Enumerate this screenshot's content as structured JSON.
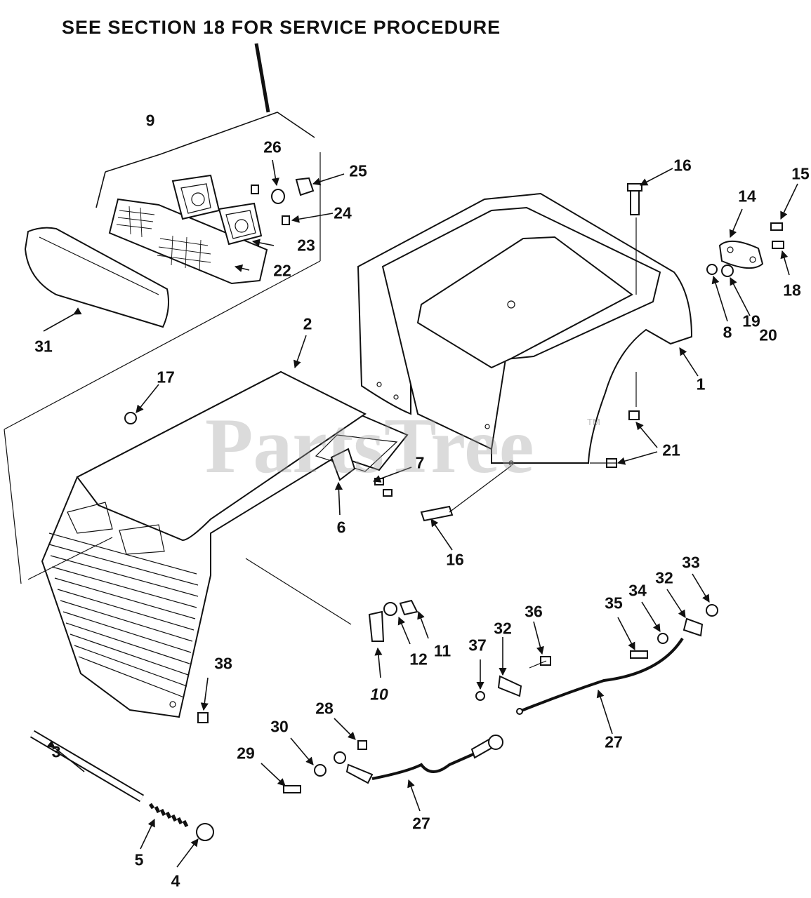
{
  "header": {
    "text": "SEE SECTION 18 FOR SERVICE PROCEDURE"
  },
  "watermark": {
    "text": "PartsTree",
    "tm": "TM"
  },
  "callouts": [
    {
      "id": "c1",
      "label": "1"
    },
    {
      "id": "c2",
      "label": "2"
    },
    {
      "id": "c3",
      "label": "3"
    },
    {
      "id": "c4",
      "label": "4"
    },
    {
      "id": "c5",
      "label": "5"
    },
    {
      "id": "c6",
      "label": "6"
    },
    {
      "id": "c7",
      "label": "7"
    },
    {
      "id": "c8",
      "label": "8"
    },
    {
      "id": "c9",
      "label": "9"
    },
    {
      "id": "c10",
      "label": "10"
    },
    {
      "id": "c11",
      "label": "11"
    },
    {
      "id": "c12",
      "label": "12"
    },
    {
      "id": "c14",
      "label": "14"
    },
    {
      "id": "c15",
      "label": "15"
    },
    {
      "id": "c16a",
      "label": "16"
    },
    {
      "id": "c16b",
      "label": "16"
    },
    {
      "id": "c17",
      "label": "17"
    },
    {
      "id": "c18",
      "label": "18"
    },
    {
      "id": "c19",
      "label": "19"
    },
    {
      "id": "c20",
      "label": "20"
    },
    {
      "id": "c21",
      "label": "21"
    },
    {
      "id": "c22",
      "label": "22"
    },
    {
      "id": "c23",
      "label": "23"
    },
    {
      "id": "c24",
      "label": "24"
    },
    {
      "id": "c25",
      "label": "25"
    },
    {
      "id": "c26",
      "label": "26"
    },
    {
      "id": "c27a",
      "label": "27"
    },
    {
      "id": "c27b",
      "label": "27"
    },
    {
      "id": "c28",
      "label": "28"
    },
    {
      "id": "c29",
      "label": "29"
    },
    {
      "id": "c30",
      "label": "30"
    },
    {
      "id": "c31",
      "label": "31"
    },
    {
      "id": "c32a",
      "label": "32"
    },
    {
      "id": "c32b",
      "label": "32"
    },
    {
      "id": "c33",
      "label": "33"
    },
    {
      "id": "c34",
      "label": "34"
    },
    {
      "id": "c35",
      "label": "35"
    },
    {
      "id": "c36",
      "label": "36"
    },
    {
      "id": "c37",
      "label": "37"
    },
    {
      "id": "c38",
      "label": "38"
    }
  ]
}
